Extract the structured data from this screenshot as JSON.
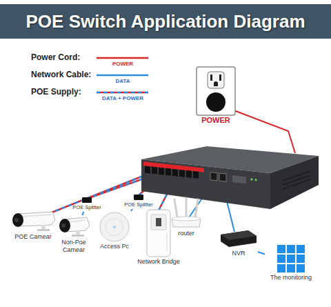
{
  "diagram": {
    "title": "POE Switch Application Diagram",
    "nodes": [
      {
        "text": [
          "POWER"
        ]
      },
      {
        "text": [
          "POE Camear"
        ]
      },
      {
        "text": [
          "POE Splitter"
        ]
      },
      {
        "text": [
          "Non-Poe Camear"
        ]
      },
      {
        "text": [
          "POE Splitter"
        ]
      },
      {
        "text": [
          "Access Pc"
        ]
      },
      {
        "text": [
          "Network Bridge"
        ]
      },
      {
        "text": [
          "router"
        ]
      },
      {
        "text": [
          "NVR"
        ]
      },
      {
        "text": [
          "The monitoring"
        ]
      }
    ],
    "edges": [
      {
        "from": 2,
        "to": 3,
        "arrow": "none"
      },
      {
        "from": 4,
        "to": 5,
        "arrow": "none"
      },
      {
        "from": 8,
        "to": 9,
        "arrow": "none"
      }
    ],
    "labels": [
      "POWER",
      "DATA",
      "DATA + POWER"
    ],
    "legend": [
      {
        "text": "Power Cord:"
      },
      {
        "text": "Network Cable:"
      },
      {
        "text": "POE Supply:"
      }
    ]
  }
}
